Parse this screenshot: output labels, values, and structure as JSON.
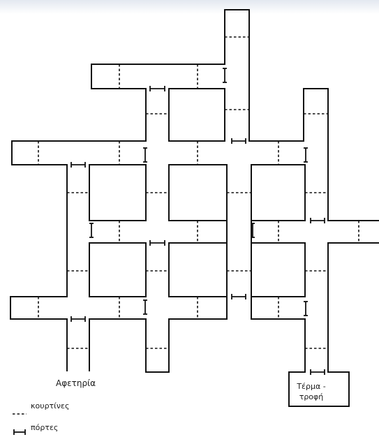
{
  "diagram": {
    "start_label": "Αφετηρία",
    "finish_label": "Τέρμα - τροφή",
    "legend": {
      "curtains_label": "κουρτίνες",
      "doors_label": "πόρτες"
    },
    "colors": {
      "line": "#111111",
      "background": "#ffffff"
    }
  }
}
